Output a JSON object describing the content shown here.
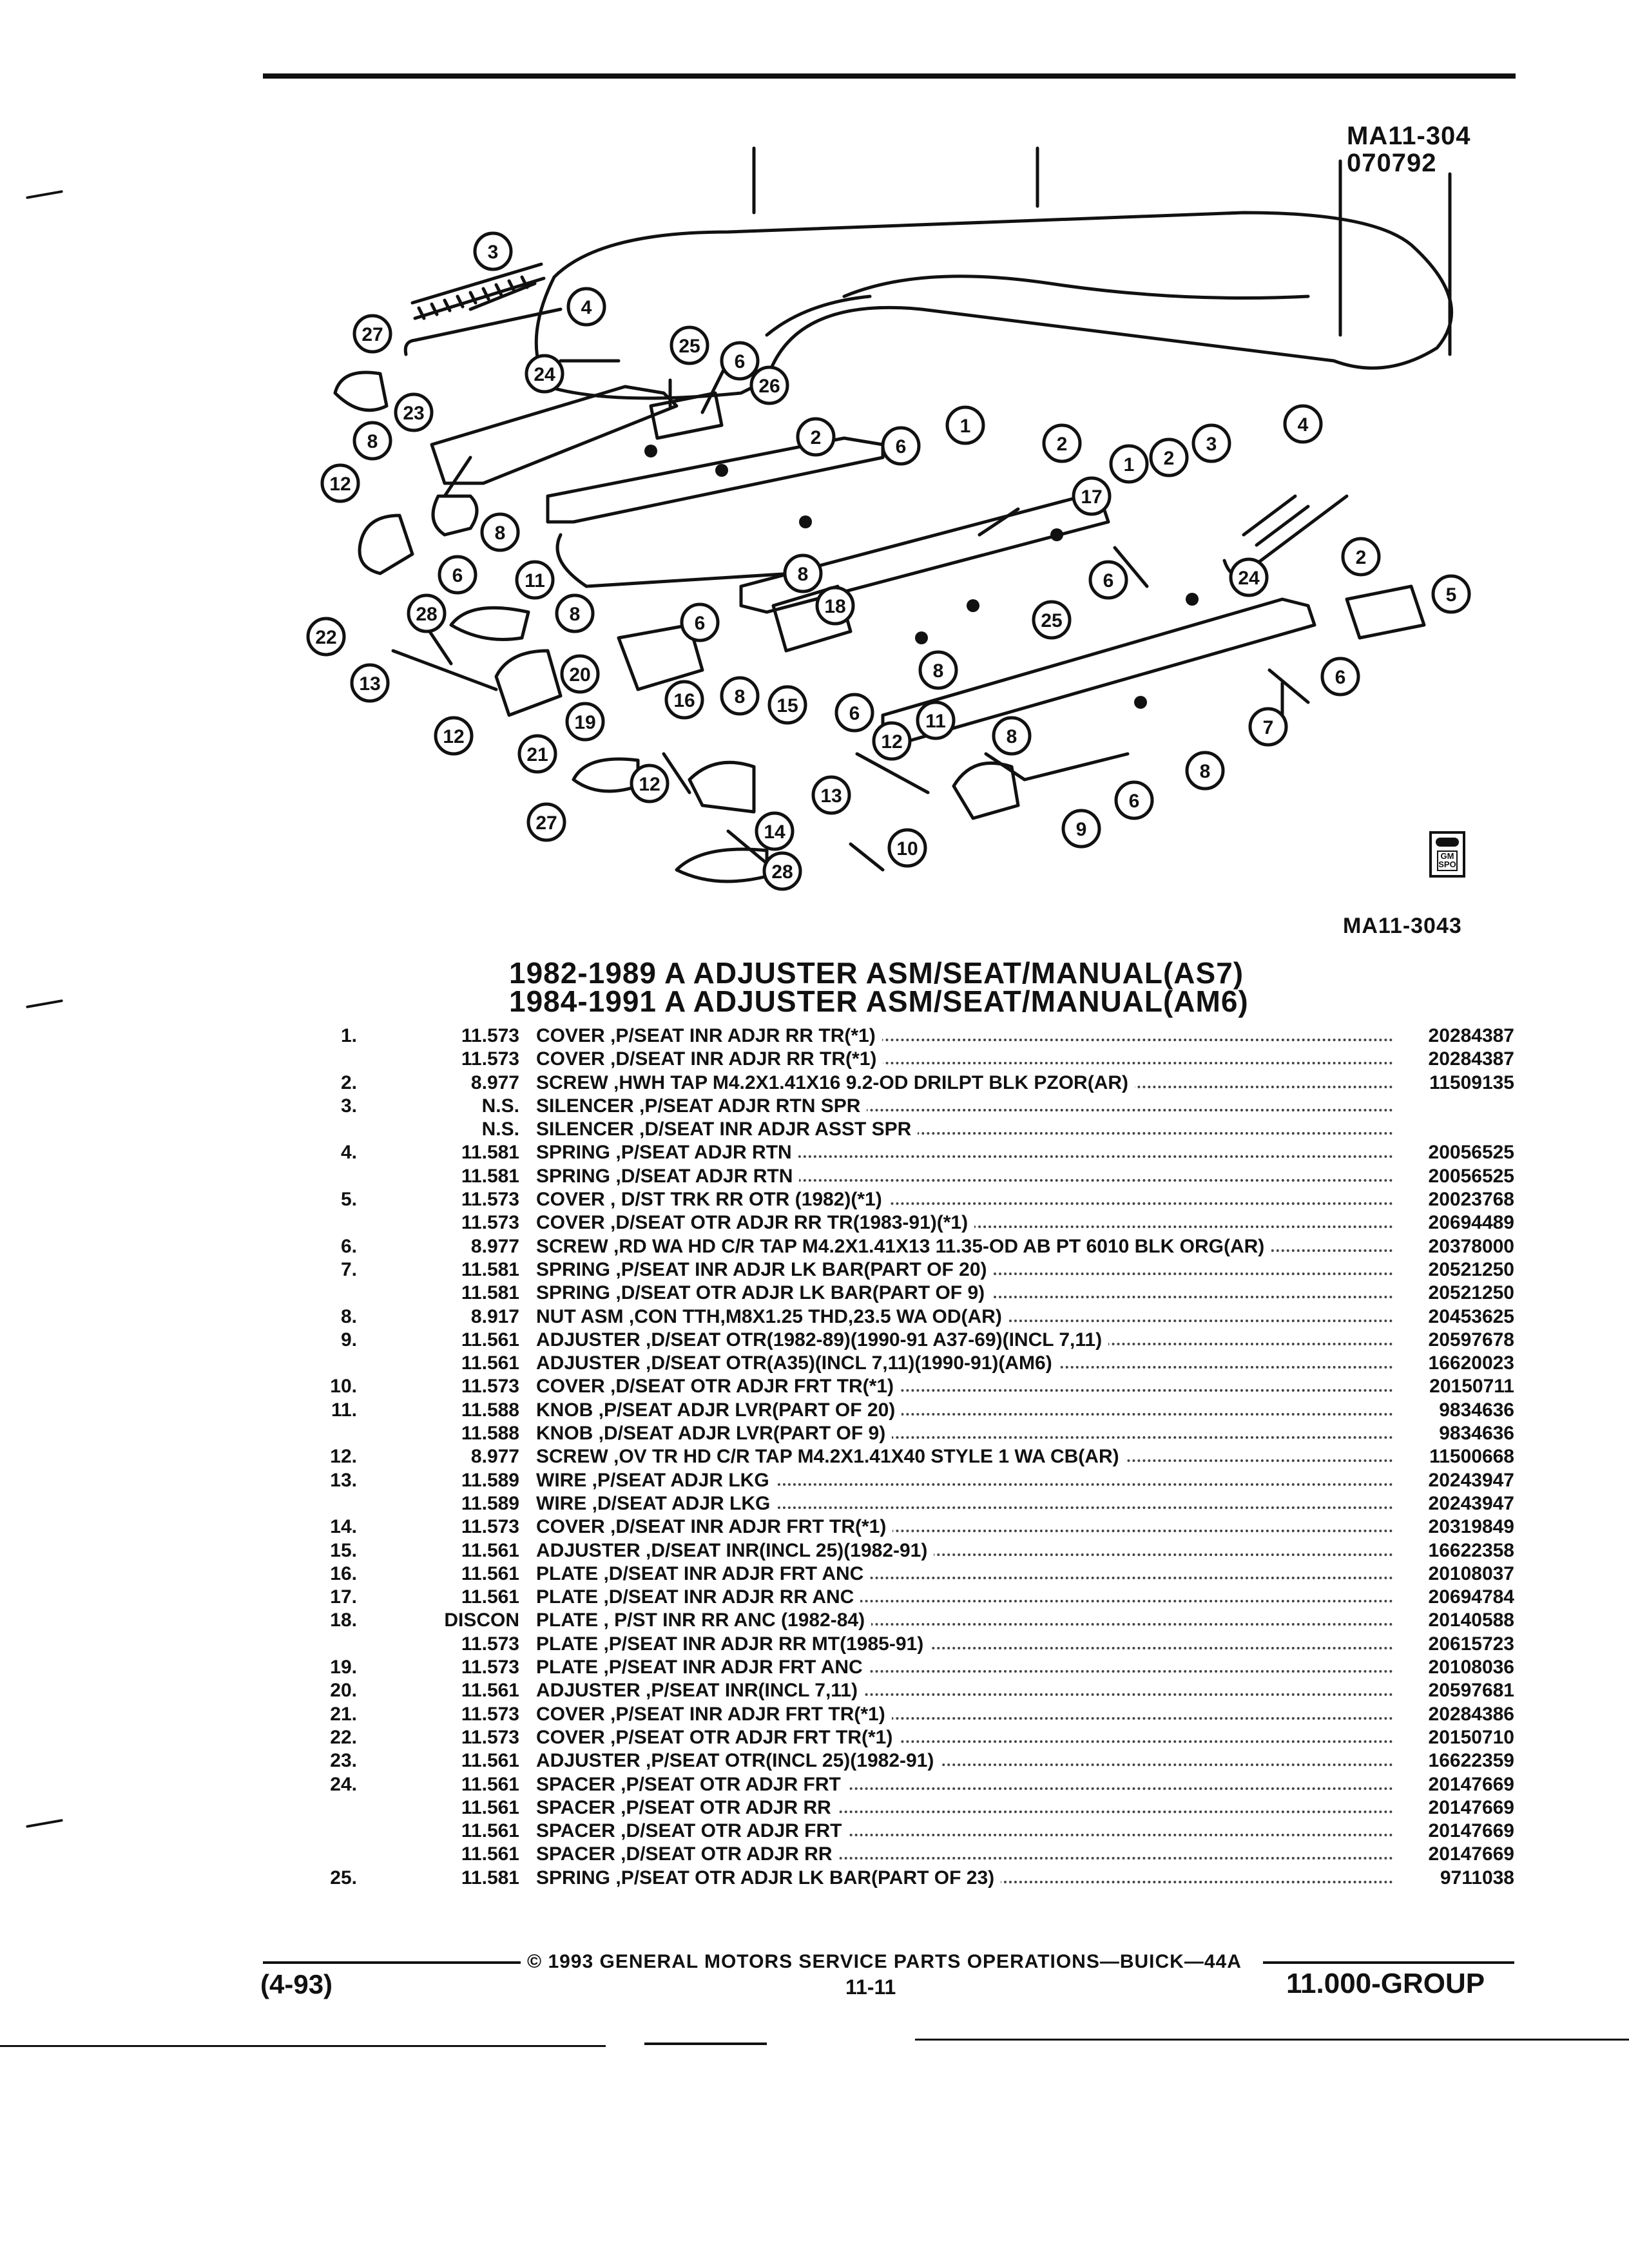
{
  "header": {
    "code": "MA11-304",
    "date": "070792"
  },
  "figure": {
    "number": "MA11-3043",
    "badge_text": "GM SPO"
  },
  "title": {
    "line1": "1982-1989 A ADJUSTER ASM/SEAT/MANUAL(AS7)",
    "line2": "1984-1991 A ADJUSTER ASM/SEAT/MANUAL(AM6)"
  },
  "callouts": [
    "1",
    "2",
    "3",
    "4",
    "5",
    "6",
    "7",
    "8",
    "9",
    "10",
    "11",
    "12",
    "13",
    "14",
    "15",
    "16",
    "17",
    "18",
    "19",
    "20",
    "21",
    "22",
    "23",
    "24",
    "25",
    "26",
    "27",
    "28"
  ],
  "parts": [
    {
      "ref": "1.",
      "code": "11.573",
      "desc": "COVER ,P/SEAT INR ADJR RR TR(*1)",
      "pn": "20284387"
    },
    {
      "ref": "",
      "code": "11.573",
      "desc": "COVER ,D/SEAT INR ADJR RR TR(*1)",
      "pn": "20284387"
    },
    {
      "ref": "2.",
      "code": "8.977",
      "desc": "SCREW ,HWH TAP M4.2X1.41X16 9.2-OD DRILPT BLK PZOR(AR)",
      "pn": "11509135"
    },
    {
      "ref": "3.",
      "code": "N.S.",
      "desc": "SILENCER ,P/SEAT ADJR RTN SPR",
      "pn": ""
    },
    {
      "ref": "",
      "code": "N.S.",
      "desc": "SILENCER ,D/SEAT INR ADJR ASST SPR",
      "pn": ""
    },
    {
      "ref": "4.",
      "code": "11.581",
      "desc": "SPRING ,P/SEAT ADJR RTN",
      "pn": "20056525"
    },
    {
      "ref": "",
      "code": "11.581",
      "desc": "SPRING ,D/SEAT ADJR RTN",
      "pn": "20056525"
    },
    {
      "ref": "5.",
      "code": "11.573",
      "desc": "COVER , D/ST TRK RR OTR (1982)(*1)",
      "pn": "20023768"
    },
    {
      "ref": "",
      "code": "11.573",
      "desc": "COVER ,D/SEAT OTR ADJR RR TR(1983-91)(*1)",
      "pn": "20694489"
    },
    {
      "ref": "6.",
      "code": "8.977",
      "desc": "SCREW ,RD WA HD C/R TAP M4.2X1.41X13 11.35-OD AB PT 6010 BLK ORG(AR)",
      "pn": "20378000"
    },
    {
      "ref": "7.",
      "code": "11.581",
      "desc": "SPRING ,P/SEAT INR ADJR LK BAR(PART OF 20)",
      "pn": "20521250"
    },
    {
      "ref": "",
      "code": "11.581",
      "desc": "SPRING ,D/SEAT OTR ADJR LK BAR(PART OF 9)",
      "pn": "20521250"
    },
    {
      "ref": "8.",
      "code": "8.917",
      "desc": "NUT ASM ,CON TTH,M8X1.25 THD,23.5 WA OD(AR)",
      "pn": "20453625"
    },
    {
      "ref": "9.",
      "code": "11.561",
      "desc": "ADJUSTER ,D/SEAT OTR(1982-89)(1990-91 A37-69)(INCL 7,11)",
      "pn": "20597678"
    },
    {
      "ref": "",
      "code": "11.561",
      "desc": "ADJUSTER ,D/SEAT OTR(A35)(INCL 7,11)(1990-91)(AM6)",
      "pn": "16620023"
    },
    {
      "ref": "10.",
      "code": "11.573",
      "desc": "COVER ,D/SEAT OTR ADJR FRT TR(*1)",
      "pn": "20150711"
    },
    {
      "ref": "11.",
      "code": "11.588",
      "desc": "KNOB ,P/SEAT ADJR LVR(PART OF 20)",
      "pn": "9834636"
    },
    {
      "ref": "",
      "code": "11.588",
      "desc": "KNOB ,D/SEAT ADJR LVR(PART OF 9)",
      "pn": "9834636"
    },
    {
      "ref": "12.",
      "code": "8.977",
      "desc": "SCREW ,OV TR HD C/R TAP M4.2X1.41X40 STYLE 1 WA CB(AR)",
      "pn": "11500668"
    },
    {
      "ref": "13.",
      "code": "11.589",
      "desc": "WIRE ,P/SEAT ADJR LKG",
      "pn": "20243947"
    },
    {
      "ref": "",
      "code": "11.589",
      "desc": "WIRE ,D/SEAT ADJR LKG",
      "pn": "20243947"
    },
    {
      "ref": "14.",
      "code": "11.573",
      "desc": "COVER ,D/SEAT INR ADJR FRT TR(*1)",
      "pn": "20319849"
    },
    {
      "ref": "15.",
      "code": "11.561",
      "desc": "ADJUSTER ,D/SEAT INR(INCL 25)(1982-91)",
      "pn": "16622358"
    },
    {
      "ref": "16.",
      "code": "11.561",
      "desc": "PLATE ,D/SEAT INR ADJR FRT ANC",
      "pn": "20108037"
    },
    {
      "ref": "17.",
      "code": "11.561",
      "desc": "PLATE ,D/SEAT INR ADJR RR ANC",
      "pn": "20694784"
    },
    {
      "ref": "18.",
      "code": "DISCON",
      "desc": "PLATE , P/ST INR RR ANC (1982-84)",
      "pn": "20140588"
    },
    {
      "ref": "",
      "code": "11.573",
      "desc": "PLATE ,P/SEAT INR ADJR RR MT(1985-91)",
      "pn": "20615723"
    },
    {
      "ref": "19.",
      "code": "11.573",
      "desc": "PLATE ,P/SEAT INR ADJR FRT ANC",
      "pn": "20108036"
    },
    {
      "ref": "20.",
      "code": "11.561",
      "desc": "ADJUSTER ,P/SEAT INR(INCL 7,11)",
      "pn": "20597681"
    },
    {
      "ref": "21.",
      "code": "11.573",
      "desc": "COVER ,P/SEAT INR ADJR FRT TR(*1)",
      "pn": "20284386"
    },
    {
      "ref": "22.",
      "code": "11.573",
      "desc": "COVER ,P/SEAT OTR ADJR FRT TR(*1)",
      "pn": "20150710"
    },
    {
      "ref": "23.",
      "code": "11.561",
      "desc": "ADJUSTER ,P/SEAT OTR(INCL 25)(1982-91)",
      "pn": "16622359"
    },
    {
      "ref": "24.",
      "code": "11.561",
      "desc": "SPACER ,P/SEAT OTR ADJR FRT",
      "pn": "20147669"
    },
    {
      "ref": "",
      "code": "11.561",
      "desc": "SPACER ,P/SEAT OTR ADJR RR",
      "pn": "20147669"
    },
    {
      "ref": "",
      "code": "11.561",
      "desc": "SPACER ,D/SEAT OTR ADJR FRT",
      "pn": "20147669"
    },
    {
      "ref": "",
      "code": "11.561",
      "desc": "SPACER ,D/SEAT OTR ADJR RR",
      "pn": "20147669"
    },
    {
      "ref": "25.",
      "code": "11.581",
      "desc": "SPRING ,P/SEAT OTR ADJR LK BAR(PART OF 23)",
      "pn": "9711038"
    }
  ],
  "footer": {
    "copyright": "© 1993 GENERAL MOTORS SERVICE PARTS OPERATIONS—BUICK—44A",
    "date": "(4-93)",
    "page": "11-11",
    "group": "11.000-GROUP"
  }
}
